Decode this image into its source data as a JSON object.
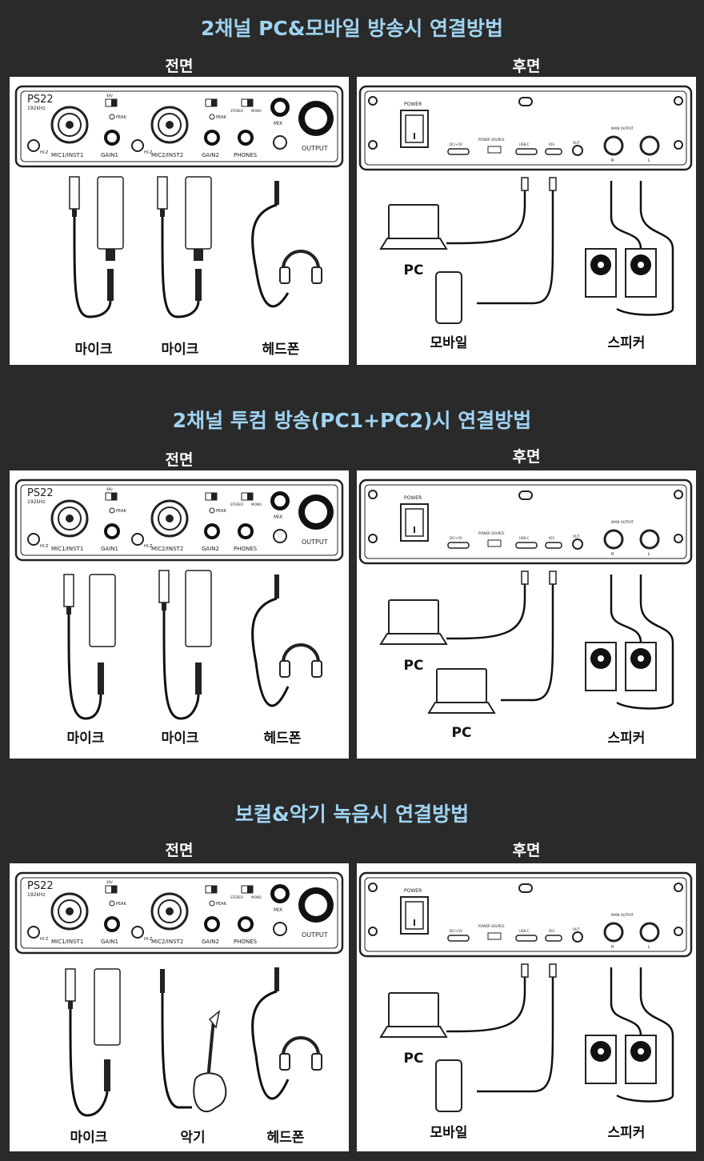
{
  "sections": [
    {
      "title": "2채널 PC&모바일 방송시 연결방법",
      "front_label": "전면",
      "rear_label": "후면",
      "front_devices": [
        "마이크",
        "마이크",
        "헤드폰"
      ],
      "rear_devices": [
        "PC",
        "모바일",
        "스피커"
      ]
    },
    {
      "title": "2채널 투컴 방송(PC1+PC2)시 연결방법",
      "front_label": "전면",
      "rear_label": "후면",
      "front_devices": [
        "마이크",
        "마이크",
        "헤드폰"
      ],
      "rear_devices": [
        "PC",
        "PC",
        "스피커"
      ]
    },
    {
      "title": "보컬&악기 녹음시 연결방법",
      "front_label": "전면",
      "rear_label": "후면",
      "front_devices": [
        "마이크",
        "악기",
        "헤드폰"
      ],
      "rear_devices": [
        "PC",
        "모바일",
        "스피커"
      ]
    }
  ],
  "front_panel": {
    "model": "PS22",
    "sample_rate": "192kHz",
    "mic1": "MIC1/INST1",
    "mic2": "MIC2/INST2",
    "gain1": "GAIN1",
    "gain2": "GAIN2",
    "phones": "PHONES",
    "output": "OUTPUT",
    "mix": "MIX",
    "peak": "PEAK",
    "hiz": "HI-Z",
    "phantom": "48V",
    "stereo": "STEREO",
    "mono": "MONO"
  },
  "rear_panel": {
    "power": "POWER",
    "power_source": "POWER SOURCE",
    "dc": "DC/+5V",
    "usbc": "USB-C",
    "ios": "IOS",
    "out": "OUT",
    "main_output": "MAIN OUTPUT",
    "right": "R",
    "left": "L"
  },
  "icons": [
    "microphone-icon",
    "headphones-icon",
    "laptop-icon",
    "smartphone-icon",
    "speaker-icon",
    "guitar-icon"
  ]
}
